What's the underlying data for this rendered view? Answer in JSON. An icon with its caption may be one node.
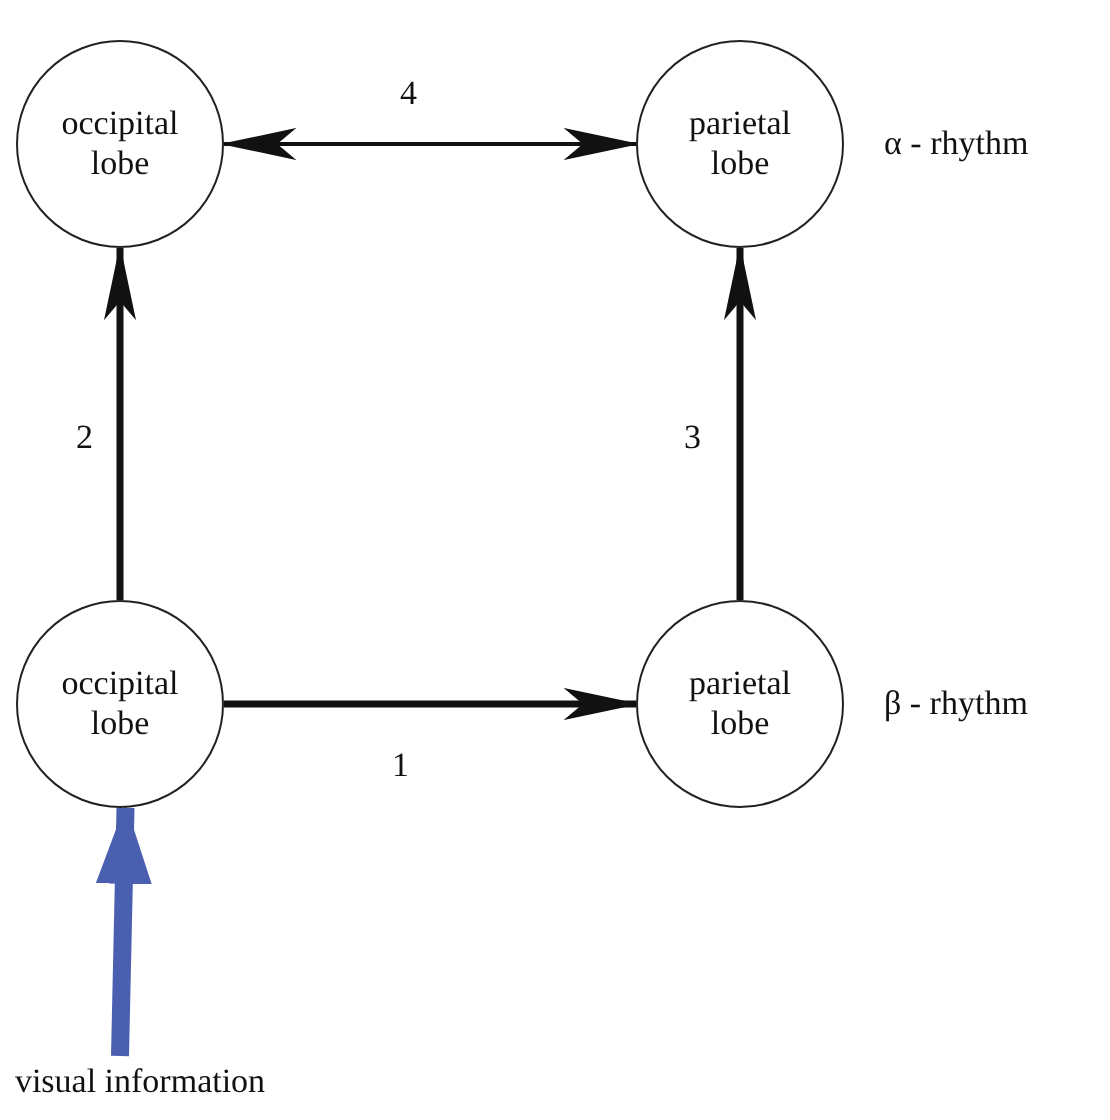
{
  "diagram": {
    "nodes": [
      {
        "text": [
          "occipital lobe"
        ]
      },
      {
        "text": [
          "parietal lobe"
        ],
        "beside": [
          "α - rhythm"
        ]
      },
      {
        "text": [
          "occipital lobe"
        ]
      },
      {
        "text": [
          "parietal lobe"
        ],
        "beside": [
          "β - rhythm"
        ]
      },
      {
        "text": [
          "visual information"
        ]
      }
    ],
    "edges": [
      {
        "from": 0,
        "to": 1,
        "arrow": "both",
        "label": "4"
      },
      {
        "from": 2,
        "to": 0,
        "arrow": "to",
        "label": "2"
      },
      {
        "from": 3,
        "to": 1,
        "arrow": "to",
        "label": "3"
      },
      {
        "from": 2,
        "to": 3,
        "arrow": "to",
        "label": "1"
      },
      {
        "from": 4,
        "to": 2,
        "arrow": "to",
        "style": "thick",
        "color": "#4a5fb0"
      }
    ]
  }
}
